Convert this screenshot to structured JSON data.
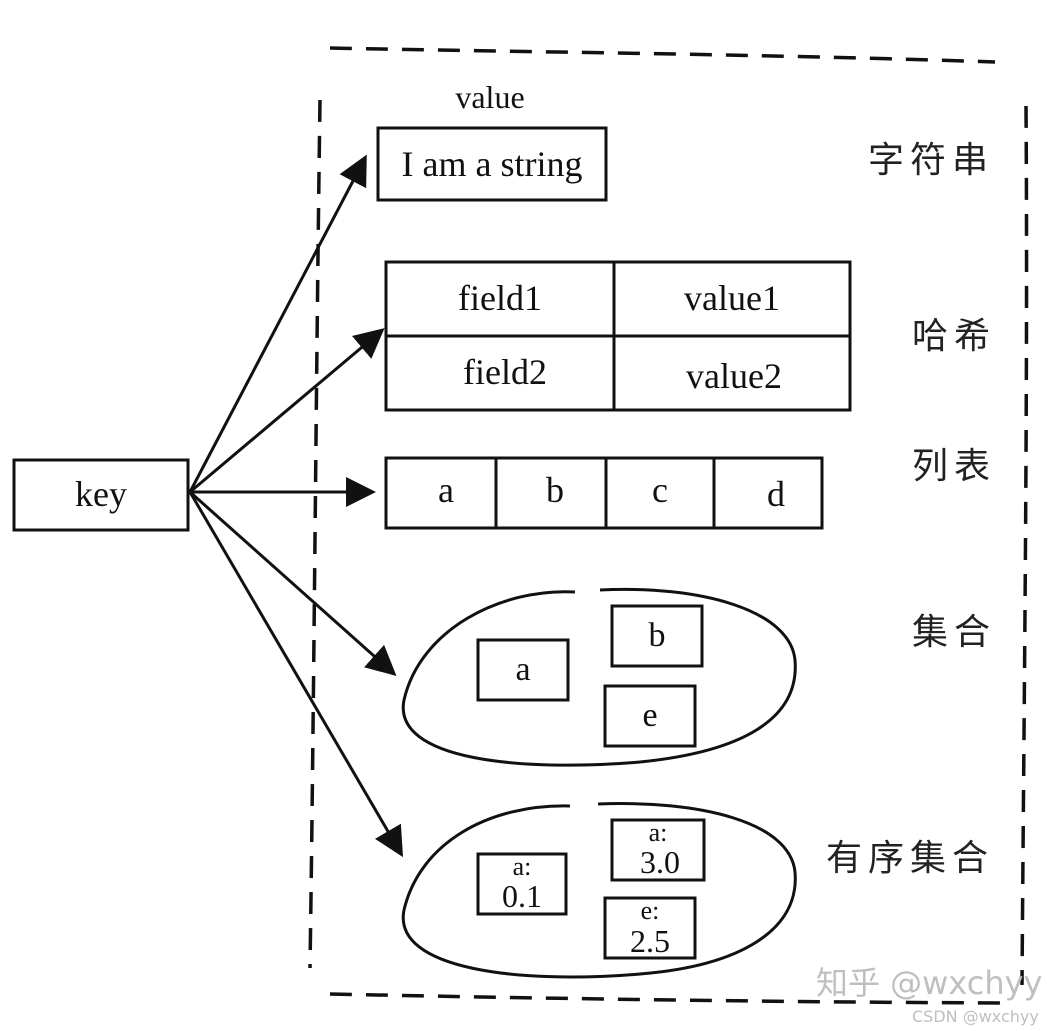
{
  "key": {
    "label": "key"
  },
  "string": {
    "header": "value",
    "text": "I am a string",
    "type_label": "字符串"
  },
  "hash": {
    "type_label": "哈希",
    "rows": [
      {
        "field": "field1",
        "value": "value1"
      },
      {
        "field": "field2",
        "value": "value2"
      }
    ]
  },
  "list": {
    "type_label": "列表",
    "items": [
      "a",
      "b",
      "c",
      "d"
    ]
  },
  "set": {
    "type_label": "集合",
    "members": [
      "a",
      "b",
      "e"
    ]
  },
  "zset": {
    "type_label": "有序集合",
    "members": [
      {
        "member": "a:",
        "score": "0.1"
      },
      {
        "member": "a:",
        "score": "3.0"
      },
      {
        "member": "e:",
        "score": "2.5"
      }
    ]
  },
  "watermark": {
    "main": "知乎 @wxchyy",
    "sub": "CSDN @wxchyy"
  }
}
